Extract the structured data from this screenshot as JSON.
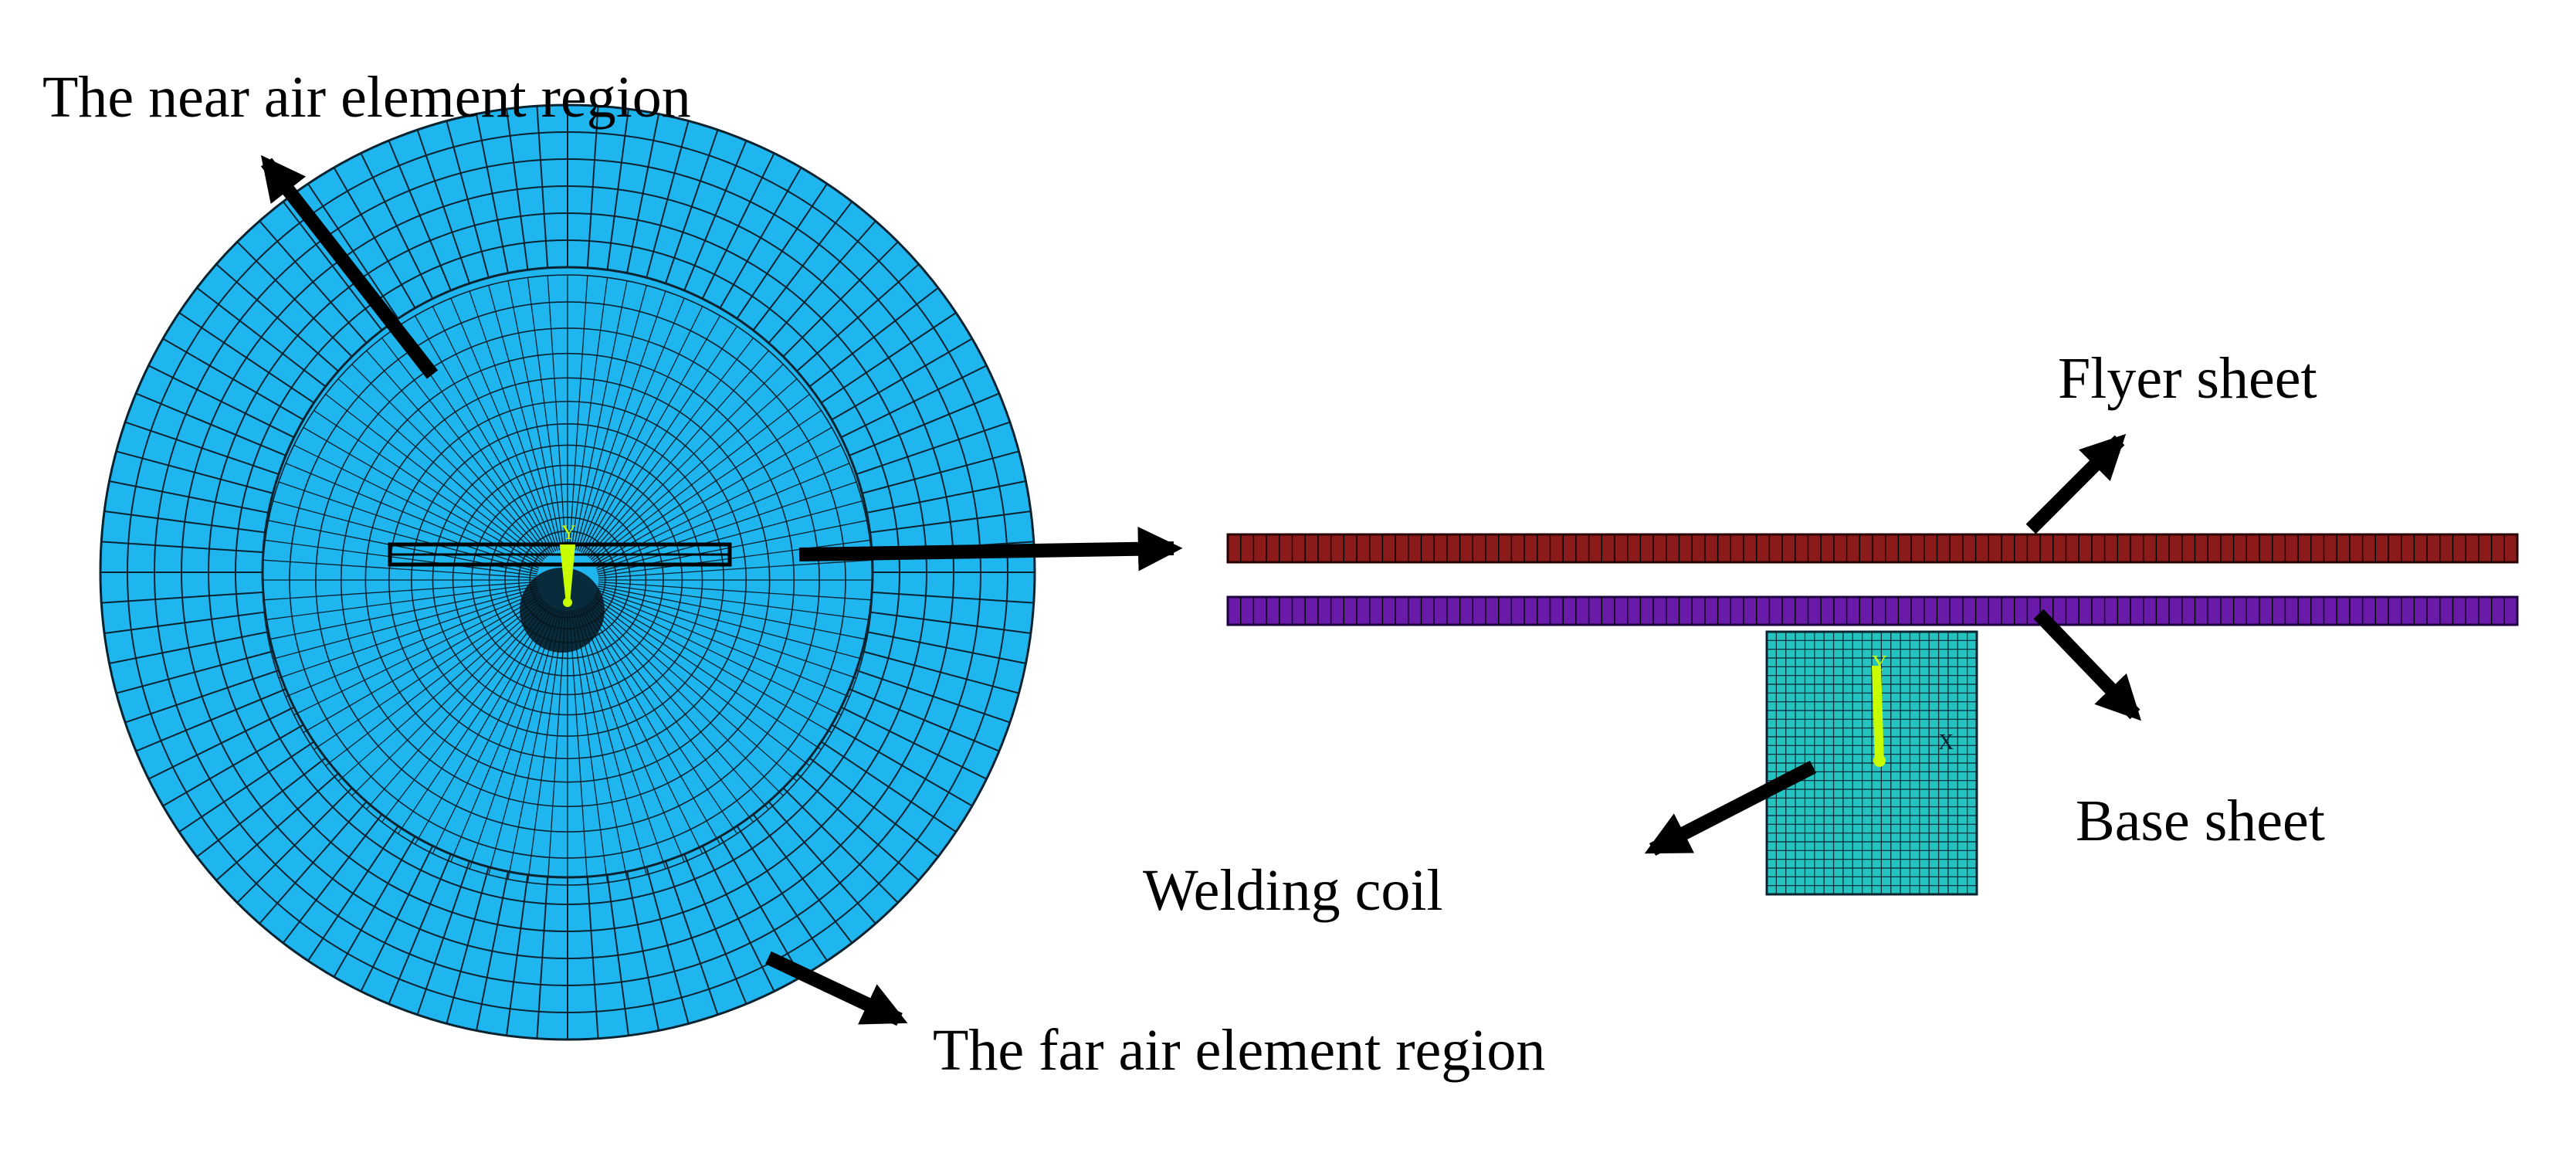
{
  "labels": {
    "near_air": "The near air element region",
    "far_air": "The far air element region",
    "flyer_sheet": "Flyer sheet",
    "base_sheet": "Base sheet",
    "welding_coil": "Welding coil"
  },
  "axis_glyphs": {
    "y": "Y",
    "x": "X"
  },
  "colors": {
    "air_region": "#1fb6f0",
    "mesh_line": "#0a2330",
    "flyer_sheet": "#8b1a1a",
    "base_sheet": "#6a1aa8",
    "welding_coil": "#25c3c0",
    "axis_triad": "#c8ff00",
    "arrow": "#000000"
  },
  "mesh": {
    "near_region_rings": 14,
    "far_region_rings": 6,
    "radial_divisions": 96,
    "flyer_sheet_elements": 100,
    "base_sheet_elements": 100,
    "coil_columns": 22,
    "coil_rows": 30
  },
  "icons": [
    "arrow-icon",
    "axis-triad-icon"
  ]
}
